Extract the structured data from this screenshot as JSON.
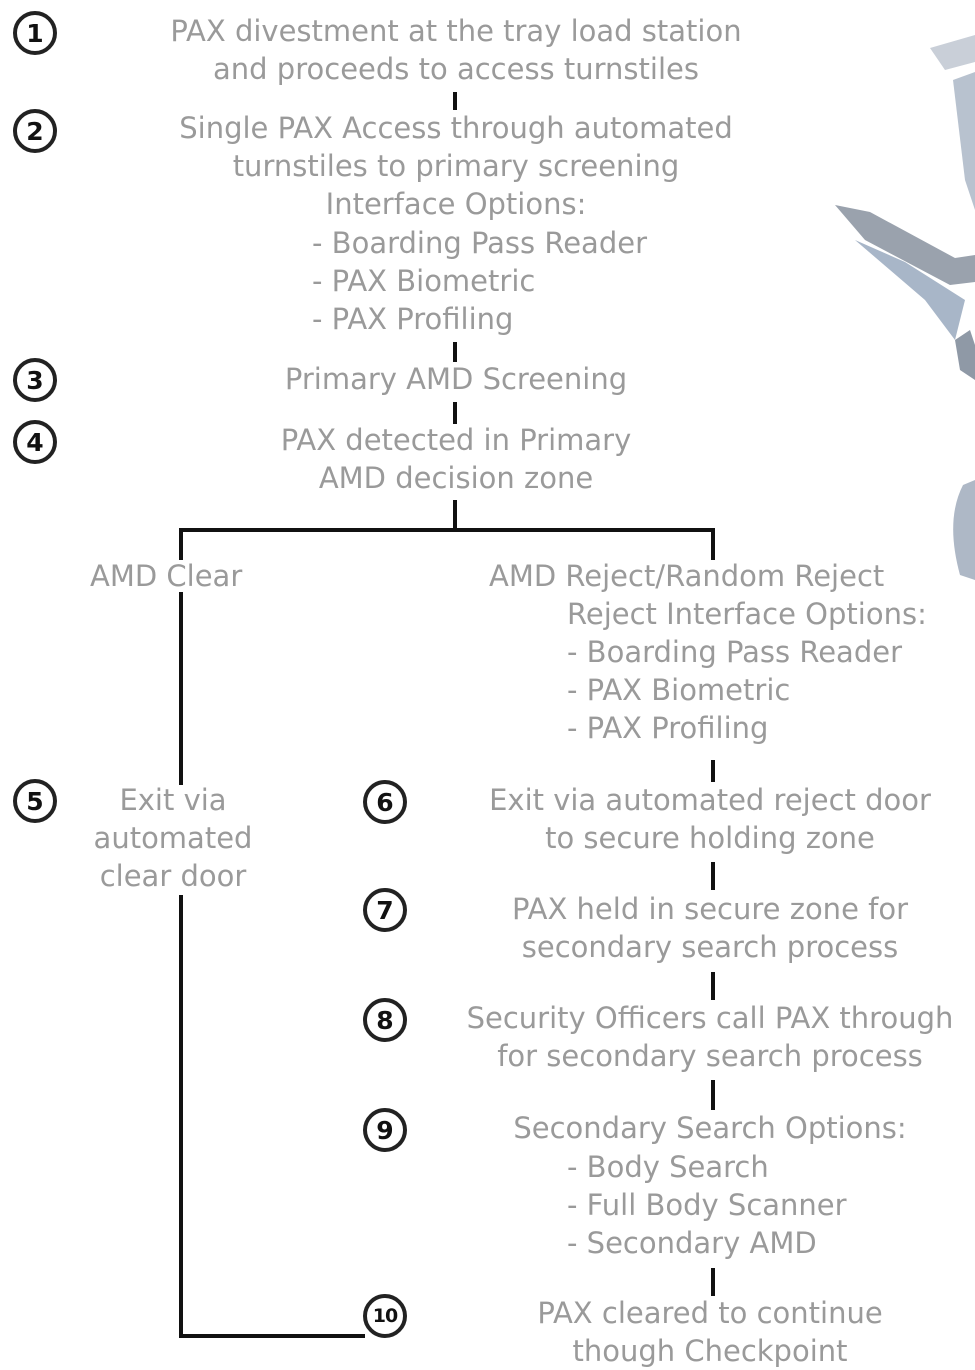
{
  "steps": [
    {
      "number": "1",
      "lines": [
        "PAX divestment at the tray load station",
        "and proceeds to access turnstiles"
      ]
    },
    {
      "number": "2",
      "lines": [
        "Single PAX Access through automated",
        "turnstiles to primary screening"
      ],
      "options_title": "Interface Options:",
      "options": [
        "- Boarding Pass Reader",
        "- PAX Biometric",
        "- PAX Profiling"
      ]
    },
    {
      "number": "3",
      "lines": [
        "Primary AMD Screening"
      ]
    },
    {
      "number": "4",
      "lines": [
        "PAX detected in Primary",
        "AMD decision zone"
      ]
    },
    {
      "number": "5",
      "lines": [
        "Exit via",
        "automated",
        "clear door"
      ]
    },
    {
      "number": "6",
      "lines": [
        "Exit via automated reject door",
        "to secure holding zone"
      ]
    },
    {
      "number": "7",
      "lines": [
        "PAX held in secure zone for",
        "secondary search process"
      ]
    },
    {
      "number": "8",
      "lines": [
        "Security Officers call PAX through",
        "for secondary search process"
      ]
    },
    {
      "number": "9",
      "lines": [
        "Secondary Search Options:"
      ],
      "options": [
        "- Body Search",
        "- Full Body Scanner",
        "- Secondary AMD"
      ]
    },
    {
      "number": "10",
      "lines": [
        "PAX cleared to continue",
        "though Checkpoint"
      ]
    }
  ],
  "branches": {
    "clear": {
      "label": "AMD Clear"
    },
    "reject": {
      "label": "AMD Reject/Random Reject",
      "options_title": "Reject Interface Options:",
      "options": [
        "- Boarding Pass Reader",
        "- PAX Biometric",
        "- PAX Profiling"
      ]
    }
  },
  "colors": {
    "text": "#9a9a9a",
    "lines": "#111111",
    "circle_border": "#222222"
  }
}
